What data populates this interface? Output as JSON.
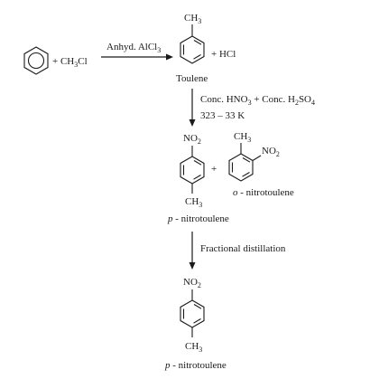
{
  "reaction1": {
    "reactant": "CH",
    "reactant_sub": "3",
    "reactant_tail": "Cl",
    "plus": "+",
    "reagent": "Anhyd. AlCl",
    "reagent_sub": "3",
    "product_substituent": "CH",
    "product_substituent_sub": "3",
    "byproduct": "+ HCl",
    "product_name": "Toulene"
  },
  "reaction2": {
    "reagent_a": "Conc. HNO",
    "reagent_a_sub": "3",
    "reagent_join": " + Conc. H",
    "reagent_b_sub1": "2",
    "reagent_b_mid": "SO",
    "reagent_b_sub2": "4",
    "conditions": "323 – 33 K",
    "para_top": "NO",
    "para_top_sub": "2",
    "para_bottom": "CH",
    "para_bottom_sub": "3",
    "para_prefix": "p",
    "para_name": " - nitrotoulene",
    "plus": "+",
    "ortho_top": "CH",
    "ortho_top_sub": "3",
    "ortho_side": "NO",
    "ortho_side_sub": "2",
    "ortho_prefix": "o",
    "ortho_name": " - nitrotoulene"
  },
  "separation": {
    "method": "Fractional distillation",
    "final_top": "NO",
    "final_top_sub": "2",
    "final_bottom": "CH",
    "final_bottom_sub": "3",
    "final_prefix": "p",
    "final_name": " - nitrotoulene"
  }
}
